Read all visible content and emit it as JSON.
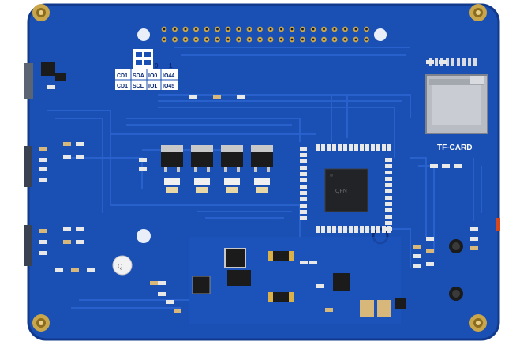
{
  "board": {
    "pcb_color": "#1a4fb4",
    "trace_color": "#2a63cf",
    "silkscreen_color": "#ffffff",
    "mounting_holes": 4,
    "slot_label": "TF-CARD",
    "chip_marking": "QFN",
    "buzzer_marking": "Q",
    "table": {
      "header": [
        "",
        "",
        "0",
        "1"
      ],
      "rows": [
        [
          "CD1",
          "SDA",
          "IO0",
          "IO44"
        ],
        [
          "CD1",
          "SCL",
          "IO1",
          "IO45"
        ]
      ]
    }
  }
}
